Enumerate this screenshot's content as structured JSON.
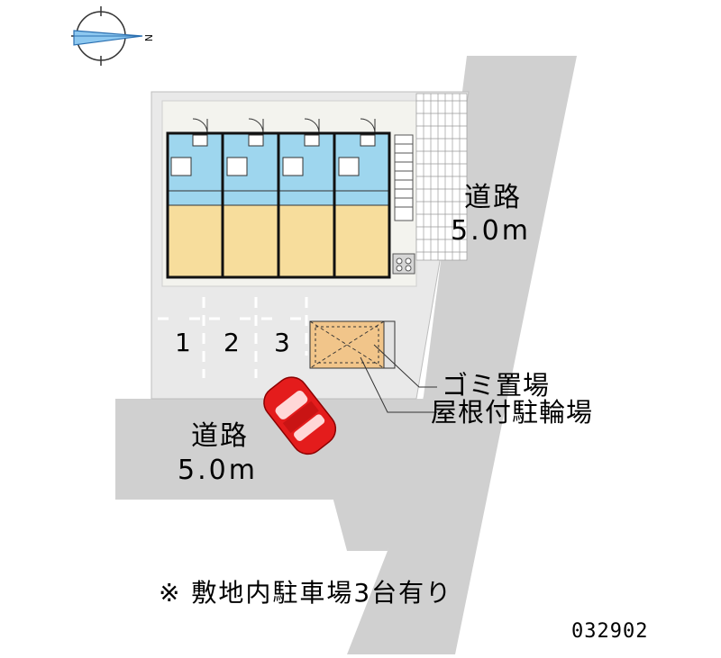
{
  "roads": {
    "east": {
      "name": "道路",
      "width": "5.0m"
    },
    "south": {
      "name": "道路",
      "width": "5.0m"
    }
  },
  "parking_spaces": [
    "1",
    "2",
    "3"
  ],
  "facilities": {
    "garbage": "ゴミ置場",
    "bicycle": "屋根付駐輪場"
  },
  "footnote": "※ 敷地内駐車場3台有り",
  "code": "032902",
  "colors": {
    "road": "#d0d0d0",
    "lot": "#e6e6e6",
    "room": "#f7dd9c",
    "wet_area": "#9ed6ee",
    "car": "#e41c1c",
    "storage": "#f1c58a"
  }
}
